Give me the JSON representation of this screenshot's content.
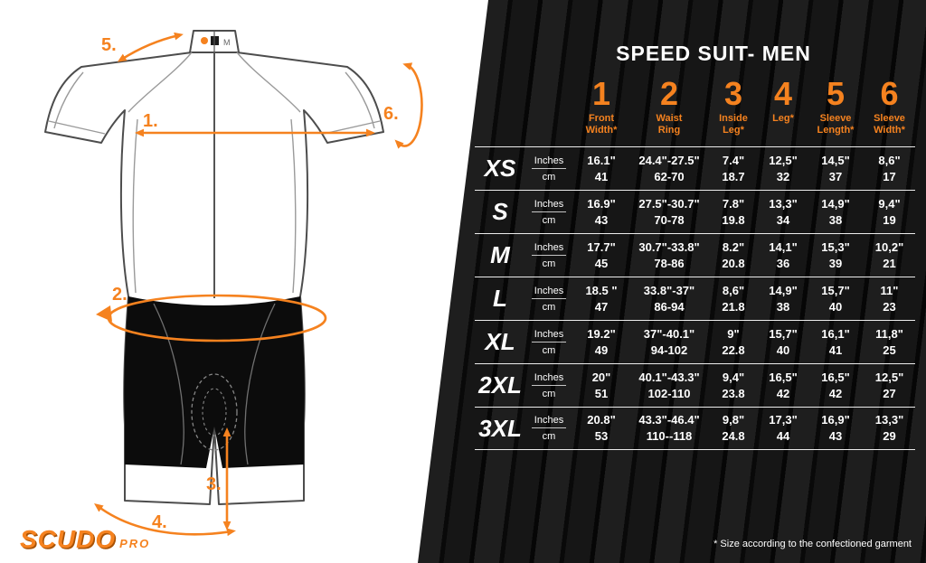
{
  "brand": {
    "name": "SCUDO",
    "suffix": "PRO"
  },
  "diagram": {
    "labels": [
      "1.",
      "2.",
      "3.",
      "4.",
      "5.",
      "6."
    ],
    "collar_tag": "M"
  },
  "panel": {
    "footnote": "* Size according to the confectioned garment"
  },
  "colors": {
    "accent": "#F5821F",
    "panel_bg": "#0a0a0a",
    "stripe": "#1e1e1e"
  },
  "chart_data": {
    "type": "table",
    "title": "SPEED SUIT- MEN",
    "unit_labels": [
      "Inches",
      "cm"
    ],
    "columns": [
      {
        "num": "1",
        "label": "Front\nWidth*"
      },
      {
        "num": "2",
        "label": "Waist\nRing"
      },
      {
        "num": "3",
        "label": "Inside\nLeg*"
      },
      {
        "num": "4",
        "label": "Leg*"
      },
      {
        "num": "5",
        "label": "Sleeve\nLength*"
      },
      {
        "num": "6",
        "label": "Sleeve\nWidth*"
      }
    ],
    "rows": [
      {
        "size": "XS",
        "inches": [
          "16.1\"",
          "24.4\"-27.5\"",
          "7.4\"",
          "12,5\"",
          "14,5\"",
          "8,6\""
        ],
        "cm": [
          "41",
          "62-70",
          "18.7",
          "32",
          "37",
          "17"
        ]
      },
      {
        "size": "S",
        "inches": [
          "16.9\"",
          "27.5\"-30.7\"",
          "7.8\"",
          "13,3\"",
          "14,9\"",
          "9,4\""
        ],
        "cm": [
          "43",
          "70-78",
          "19.8",
          "34",
          "38",
          "19"
        ]
      },
      {
        "size": "M",
        "inches": [
          "17.7\"",
          "30.7\"-33.8\"",
          "8.2\"",
          "14,1\"",
          "15,3\"",
          "10,2\""
        ],
        "cm": [
          "45",
          "78-86",
          "20.8",
          "36",
          "39",
          "21"
        ]
      },
      {
        "size": "L",
        "inches": [
          "18.5 \"",
          "33.8\"-37\"",
          "8,6\"",
          "14,9\"",
          "15,7\"",
          "11\""
        ],
        "cm": [
          "47",
          "86-94",
          "21.8",
          "38",
          "40",
          "23"
        ]
      },
      {
        "size": "XL",
        "inches": [
          "19.2\"",
          "37\"-40.1\"",
          "9\"",
          "15,7\"",
          "16,1\"",
          "11,8\""
        ],
        "cm": [
          "49",
          "94-102",
          "22.8",
          "40",
          "41",
          "25"
        ]
      },
      {
        "size": "2XL",
        "inches": [
          "20\"",
          "40.1\"-43.3\"",
          "9,4\"",
          "16,5\"",
          "16,5\"",
          "12,5\""
        ],
        "cm": [
          "51",
          "102-110",
          "23.8",
          "42",
          "42",
          "27"
        ]
      },
      {
        "size": "3XL",
        "inches": [
          "20.8\"",
          "43.3\"-46.4\"",
          "9,8\"",
          "17,3\"",
          "16,9\"",
          "13,3\""
        ],
        "cm": [
          "53",
          "110--118",
          "24.8",
          "44",
          "43",
          "29"
        ]
      }
    ]
  }
}
